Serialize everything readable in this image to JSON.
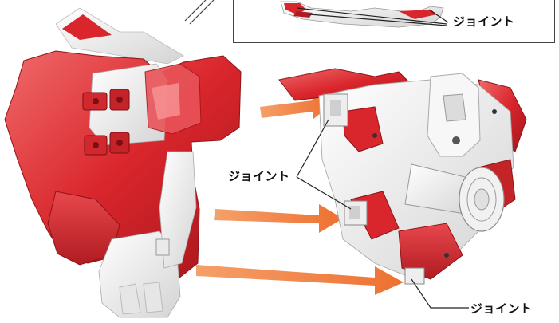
{
  "figure": {
    "labels": {
      "inset_joint": "ジョイント",
      "middle_joint": "ジョイント",
      "bottom_joint": "ジョイント"
    },
    "colors": {
      "red_primary": "#d9262c",
      "red_dark": "#a3151b",
      "red_light": "#f06a6a",
      "white_part": "#f4f4f4",
      "grey_shadow": "#c9c9c9",
      "arrow_orange": "#f07f3c"
    },
    "arrow_count": 3
  }
}
